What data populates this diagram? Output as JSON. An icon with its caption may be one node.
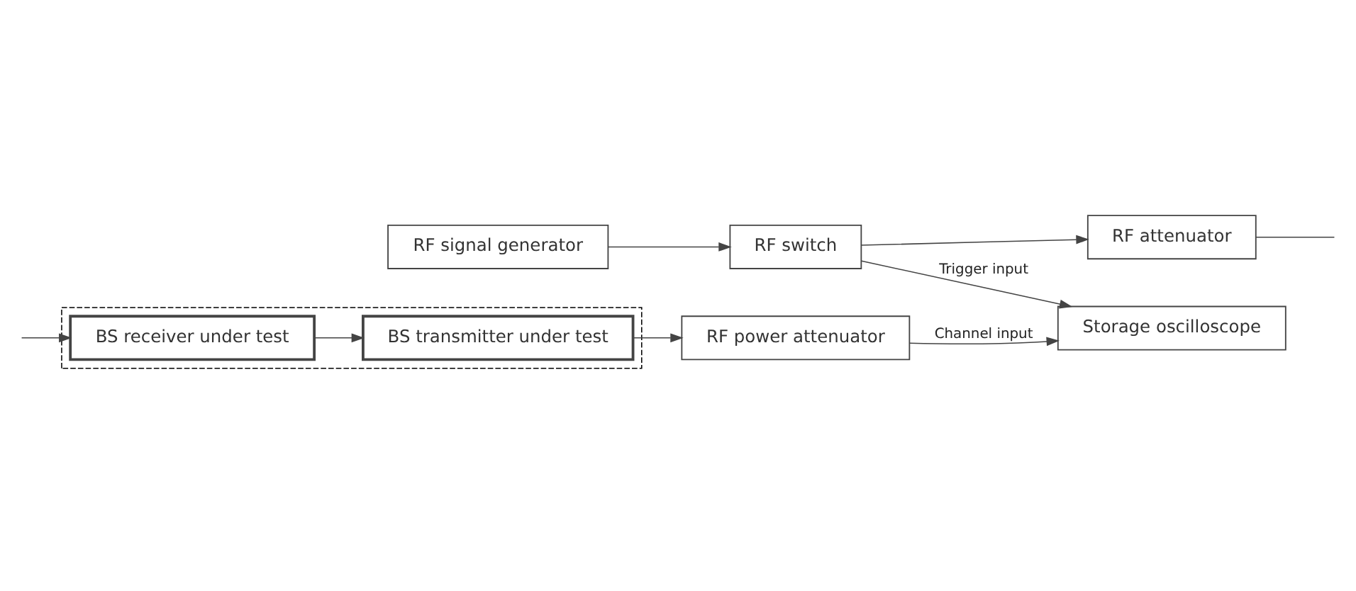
{
  "diagram": {
    "nodes": [
      {
        "text": [
          "RF signal generator"
        ]
      },
      {
        "text": [
          "RF switch"
        ]
      },
      {
        "text": [
          "RF attenuator"
        ]
      },
      {
        "text": [
          "Storage oscilloscope"
        ]
      },
      {
        "text": [],
        "shape": "box"
      },
      {
        "text": [
          "BS transmitter under test"
        ],
        "in": 4
      },
      {
        "text": [
          "BS receiver under test"
        ],
        "in": 4
      },
      {
        "text": [
          "RF power attenuator"
        ]
      }
    ],
    "edges": [
      {
        "from": 0,
        "to": 1,
        "arrow": "to"
      },
      {
        "from": 1,
        "to": 2,
        "arrow": "to"
      },
      {
        "from": 1,
        "to": 3,
        "arrow": "to",
        "label": "Trigger input"
      },
      {
        "from": 2,
        "to": null,
        "arrow": "none"
      },
      {
        "from": 7,
        "to": 3,
        "arrow": "to",
        "label": "Channel input"
      },
      {
        "from": null,
        "to": 6,
        "arrow": "to"
      },
      {
        "from": 6,
        "to": 5,
        "arrow": "to"
      },
      {
        "from": 5,
        "to": 7,
        "arrow": "to"
      }
    ]
  }
}
